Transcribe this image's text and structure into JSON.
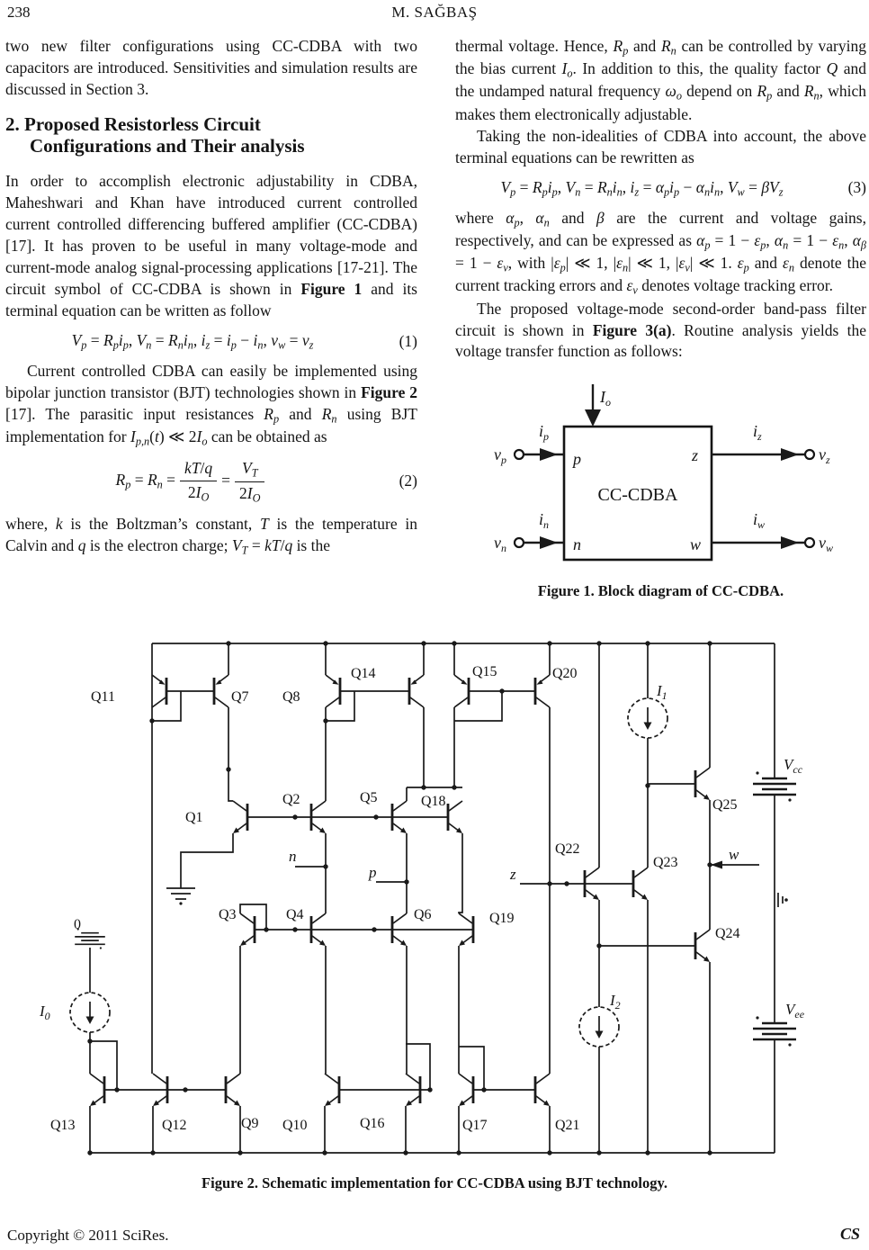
{
  "header": {
    "page_number": "238",
    "author": "M. SAĞBAŞ"
  },
  "left_column": {
    "p1": "two new filter configurations using CC-CDBA with two capacitors are introduced. Sensitivities and simulation results are discussed in Section 3.",
    "heading_line1": "2. Proposed Resistorless Circuit",
    "heading_line2": "Configurations and Their analysis",
    "p2": [
      {
        "t": "In order to accomplish electronic adjustability in CDBA, Maheshwari and Khan have introduced current controlled current controlled differencing buffered amplifier (CC-CDBA) [17]. It has proven to be useful in many voltage-mode and current-mode analog signal-processing applications [17-21]. The circuit symbol of CC-CDBA is shown in "
      },
      {
        "t": "Figure 1",
        "c": "b"
      },
      {
        "t": " and its terminal equation can be written as follow"
      }
    ],
    "eq1": {
      "body": [
        {
          "t": "V",
          "c": "i"
        },
        {
          "t": "p",
          "c": "s"
        },
        {
          "t": " = "
        },
        {
          "t": "R",
          "c": "i"
        },
        {
          "t": "p",
          "c": "s"
        },
        {
          "t": "i",
          "c": "i"
        },
        {
          "t": "p",
          "c": "s"
        },
        {
          "t": ", "
        },
        {
          "t": "V",
          "c": "i"
        },
        {
          "t": "n",
          "c": "s"
        },
        {
          "t": " = "
        },
        {
          "t": "R",
          "c": "i"
        },
        {
          "t": "n",
          "c": "s"
        },
        {
          "t": "i",
          "c": "i"
        },
        {
          "t": "n",
          "c": "s"
        },
        {
          "t": ", "
        },
        {
          "t": "i",
          "c": "i"
        },
        {
          "t": "z",
          "c": "s"
        },
        {
          "t": " = "
        },
        {
          "t": "i",
          "c": "i"
        },
        {
          "t": "p",
          "c": "s"
        },
        {
          "t": " − "
        },
        {
          "t": "i",
          "c": "i"
        },
        {
          "t": "n",
          "c": "s"
        },
        {
          "t": ", "
        },
        {
          "t": "v",
          "c": "i"
        },
        {
          "t": "w",
          "c": "s"
        },
        {
          "t": " = "
        },
        {
          "t": "v",
          "c": "i"
        },
        {
          "t": "z",
          "c": "s"
        }
      ],
      "number": "(1)"
    },
    "p3": [
      {
        "t": "Current controlled CDBA can easily be implemented using bipolar junction transistor (BJT) technologies shown in "
      },
      {
        "t": "Figure 2",
        "c": "b"
      },
      {
        "t": " [17]. The parasitic input resistances "
      },
      {
        "t": "R",
        "c": "i"
      },
      {
        "t": "p",
        "c": "s"
      },
      {
        "t": " and "
      },
      {
        "t": "R",
        "c": "i"
      },
      {
        "t": "n",
        "c": "s"
      },
      {
        "t": " using BJT implementation for "
      },
      {
        "t": "I",
        "c": "i"
      },
      {
        "t": "p,n",
        "c": "s"
      },
      {
        "t": "("
      },
      {
        "t": "t",
        "c": "i"
      },
      {
        "t": ")  ≪  2"
      },
      {
        "t": "I",
        "c": "i"
      },
      {
        "t": "o",
        "c": "s"
      },
      {
        "t": " can be obtained as"
      }
    ],
    "eq2": {
      "lhs": [
        {
          "t": "R",
          "c": "i"
        },
        {
          "t": "p",
          "c": "s"
        },
        {
          "t": " = "
        },
        {
          "t": "R",
          "c": "i"
        },
        {
          "t": "n",
          "c": "s"
        },
        {
          "t": " ="
        }
      ],
      "f1num": [
        {
          "t": "kT",
          "c": "i"
        },
        {
          "t": "/"
        },
        {
          "t": "q",
          "c": "i"
        }
      ],
      "f1den": [
        {
          "t": "2"
        },
        {
          "t": "I",
          "c": "i"
        },
        {
          "t": "O",
          "c": "s"
        }
      ],
      "mid": "=",
      "f2num": [
        {
          "t": "V",
          "c": "i"
        },
        {
          "t": "T",
          "c": "s"
        }
      ],
      "f2den": [
        {
          "t": "2"
        },
        {
          "t": "I",
          "c": "i"
        },
        {
          "t": "O",
          "c": "s"
        }
      ],
      "number": "(2)"
    },
    "p4": [
      {
        "t": "where, "
      },
      {
        "t": "k",
        "c": "i"
      },
      {
        "t": " is the Boltzman’s constant, "
      },
      {
        "t": "T",
        "c": "i"
      },
      {
        "t": " is the temperature in Calvin and "
      },
      {
        "t": "q",
        "c": "i"
      },
      {
        "t": " is the electron charge; "
      },
      {
        "t": "V",
        "c": "i"
      },
      {
        "t": "T",
        "c": "s"
      },
      {
        "t": " = "
      },
      {
        "t": "kT",
        "c": "i"
      },
      {
        "t": "/"
      },
      {
        "t": "q",
        "c": "i"
      },
      {
        "t": " is the"
      }
    ]
  },
  "right_column": {
    "p5": [
      {
        "t": "thermal voltage. Hence, "
      },
      {
        "t": "R",
        "c": "i"
      },
      {
        "t": "p",
        "c": "s"
      },
      {
        "t": " and "
      },
      {
        "t": "R",
        "c": "i"
      },
      {
        "t": "n",
        "c": "s"
      },
      {
        "t": " can be controlled by varying the bias current "
      },
      {
        "t": "I",
        "c": "i"
      },
      {
        "t": "o",
        "c": "s"
      },
      {
        "t": ". In addition to this, the quality factor "
      },
      {
        "t": "Q",
        "c": "i"
      },
      {
        "t": " and the undamped natural frequency "
      },
      {
        "t": "ω",
        "c": "i"
      },
      {
        "t": "o",
        "c": "s"
      },
      {
        "t": " depend on "
      },
      {
        "t": "R",
        "c": "i"
      },
      {
        "t": "p",
        "c": "s"
      },
      {
        "t": " and "
      },
      {
        "t": "R",
        "c": "i"
      },
      {
        "t": "n",
        "c": "s"
      },
      {
        "t": ", which makes them electronically adjustable."
      }
    ],
    "p6": "Taking the non-idealities of CDBA into account, the above terminal equations can be rewritten as",
    "eq3": {
      "body": [
        {
          "t": "V",
          "c": "i"
        },
        {
          "t": "p",
          "c": "s"
        },
        {
          "t": " = "
        },
        {
          "t": "R",
          "c": "i"
        },
        {
          "t": "p",
          "c": "s"
        },
        {
          "t": "i",
          "c": "i"
        },
        {
          "t": "p",
          "c": "s"
        },
        {
          "t": ", "
        },
        {
          "t": "V",
          "c": "i"
        },
        {
          "t": "n",
          "c": "s"
        },
        {
          "t": " = "
        },
        {
          "t": "R",
          "c": "i"
        },
        {
          "t": "n",
          "c": "s"
        },
        {
          "t": "i",
          "c": "i"
        },
        {
          "t": "n",
          "c": "s"
        },
        {
          "t": ", "
        },
        {
          "t": "i",
          "c": "i"
        },
        {
          "t": "z",
          "c": "s"
        },
        {
          "t": " = "
        },
        {
          "t": "α",
          "c": "i"
        },
        {
          "t": "p",
          "c": "s"
        },
        {
          "t": "i",
          "c": "i"
        },
        {
          "t": "p",
          "c": "s"
        },
        {
          "t": " − "
        },
        {
          "t": "α",
          "c": "i"
        },
        {
          "t": "n",
          "c": "s"
        },
        {
          "t": "i",
          "c": "i"
        },
        {
          "t": "n",
          "c": "s"
        },
        {
          "t": ", "
        },
        {
          "t": "V",
          "c": "i"
        },
        {
          "t": "w",
          "c": "s"
        },
        {
          "t": " = "
        },
        {
          "t": "β",
          "c": "i"
        },
        {
          "t": "V",
          "c": "i"
        },
        {
          "t": "z",
          "c": "s"
        }
      ],
      "number": "(3)"
    },
    "p7": [
      {
        "t": "where "
      },
      {
        "t": "α",
        "c": "i"
      },
      {
        "t": "p",
        "c": "s"
      },
      {
        "t": ", "
      },
      {
        "t": "α",
        "c": "i"
      },
      {
        "t": "n",
        "c": "s"
      },
      {
        "t": " and "
      },
      {
        "t": "β",
        "c": "i"
      },
      {
        "t": " are the current and voltage gains, respectively, and can be expressed as "
      },
      {
        "t": "α",
        "c": "i"
      },
      {
        "t": "p",
        "c": "s"
      },
      {
        "t": " = 1 − "
      },
      {
        "t": "ε",
        "c": "i"
      },
      {
        "t": "p",
        "c": "s"
      },
      {
        "t": ", "
      },
      {
        "t": "α",
        "c": "i"
      },
      {
        "t": "n",
        "c": "s"
      },
      {
        "t": " = 1 − "
      },
      {
        "t": "ε",
        "c": "i"
      },
      {
        "t": "n",
        "c": "s"
      },
      {
        "t": ", "
      },
      {
        "t": "α",
        "c": "i"
      },
      {
        "t": "β",
        "c": "s"
      },
      {
        "t": " = 1 − "
      },
      {
        "t": "ε",
        "c": "i"
      },
      {
        "t": "v",
        "c": "s"
      },
      {
        "t": ", with "
      },
      {
        "t": "|"
      },
      {
        "t": "ε",
        "c": "i"
      },
      {
        "t": "p",
        "c": "s"
      },
      {
        "t": "| ≪ 1,  |"
      },
      {
        "t": "ε",
        "c": "i"
      },
      {
        "t": "n",
        "c": "s"
      },
      {
        "t": "| ≪ 1,  |"
      },
      {
        "t": "ε",
        "c": "i"
      },
      {
        "t": "v",
        "c": "s"
      },
      {
        "t": "| ≪ 1. "
      },
      {
        "t": "ε",
        "c": "i"
      },
      {
        "t": "p",
        "c": "s"
      },
      {
        "t": " and "
      },
      {
        "t": "ε",
        "c": "i"
      },
      {
        "t": "n",
        "c": "s"
      },
      {
        "t": " denote the current tracking errors and "
      },
      {
        "t": "ε",
        "c": "i"
      },
      {
        "t": "v",
        "c": "s"
      },
      {
        "t": " denotes voltage tracking error."
      }
    ],
    "p8": [
      {
        "t": "The proposed voltage-mode second-order band-pass filter circuit is shown in "
      },
      {
        "t": "Figure 3(a)",
        "c": "b"
      },
      {
        "t": ". Routine analysis yields the voltage transfer function as follows:"
      }
    ]
  },
  "figure1": {
    "caption": "Figure 1. Block diagram of CC-CDBA.",
    "box": "CC-CDBA",
    "io_base": "I",
    "io_sub": "o",
    "p": "p",
    "n": "n",
    "z": "z",
    "w": "w",
    "vp_base": "v",
    "vp_sub": "p",
    "vn_base": "v",
    "vn_sub": "n",
    "vz_base": "v",
    "vz_sub": "z",
    "vw_base": "v",
    "vw_sub": "w",
    "ip_base": "i",
    "ip_sub": "p",
    "in_base": "i",
    "in_sub": "n",
    "iz_base": "i",
    "iz_sub": "z",
    "iw_base": "i",
    "iw_sub": "w"
  },
  "figure2": {
    "caption": "Figure 2. Schematic implementation for CC-CDBA using BJT technology.",
    "labels": {
      "q1": "Q1",
      "q2": "Q2",
      "q3": "Q3",
      "q4": "Q4",
      "q5": "Q5",
      "q6": "Q6",
      "q7": "Q7",
      "q8": "Q8",
      "q9": "Q9",
      "q10": "Q10",
      "q11": "Q11",
      "q12": "Q12",
      "q13": "Q13",
      "q14": "Q14",
      "q15": "Q15",
      "q16": "Q16",
      "q17": "Q17",
      "q18": "Q18",
      "q19": "Q19",
      "q20": "Q20",
      "q21": "Q21",
      "q22": "Q22",
      "q23": "Q23",
      "q24": "Q24",
      "q25": "Q25"
    },
    "nodes": {
      "n": "n",
      "p": "p",
      "z": "z",
      "w": "w",
      "zero": "0"
    },
    "sources": {
      "i0_base": "I",
      "i0_sub": "0",
      "i1_base": "I",
      "i1_sub": "1",
      "i2_base": "I",
      "i2_sub": "2"
    },
    "supplies": {
      "vcc_base": "V",
      "vcc_sub": "cc",
      "vee_base": "V",
      "vee_sub": "ee"
    }
  },
  "footer": {
    "copyright": "Copyright © 2011 SciRes.",
    "journal": "CS"
  }
}
